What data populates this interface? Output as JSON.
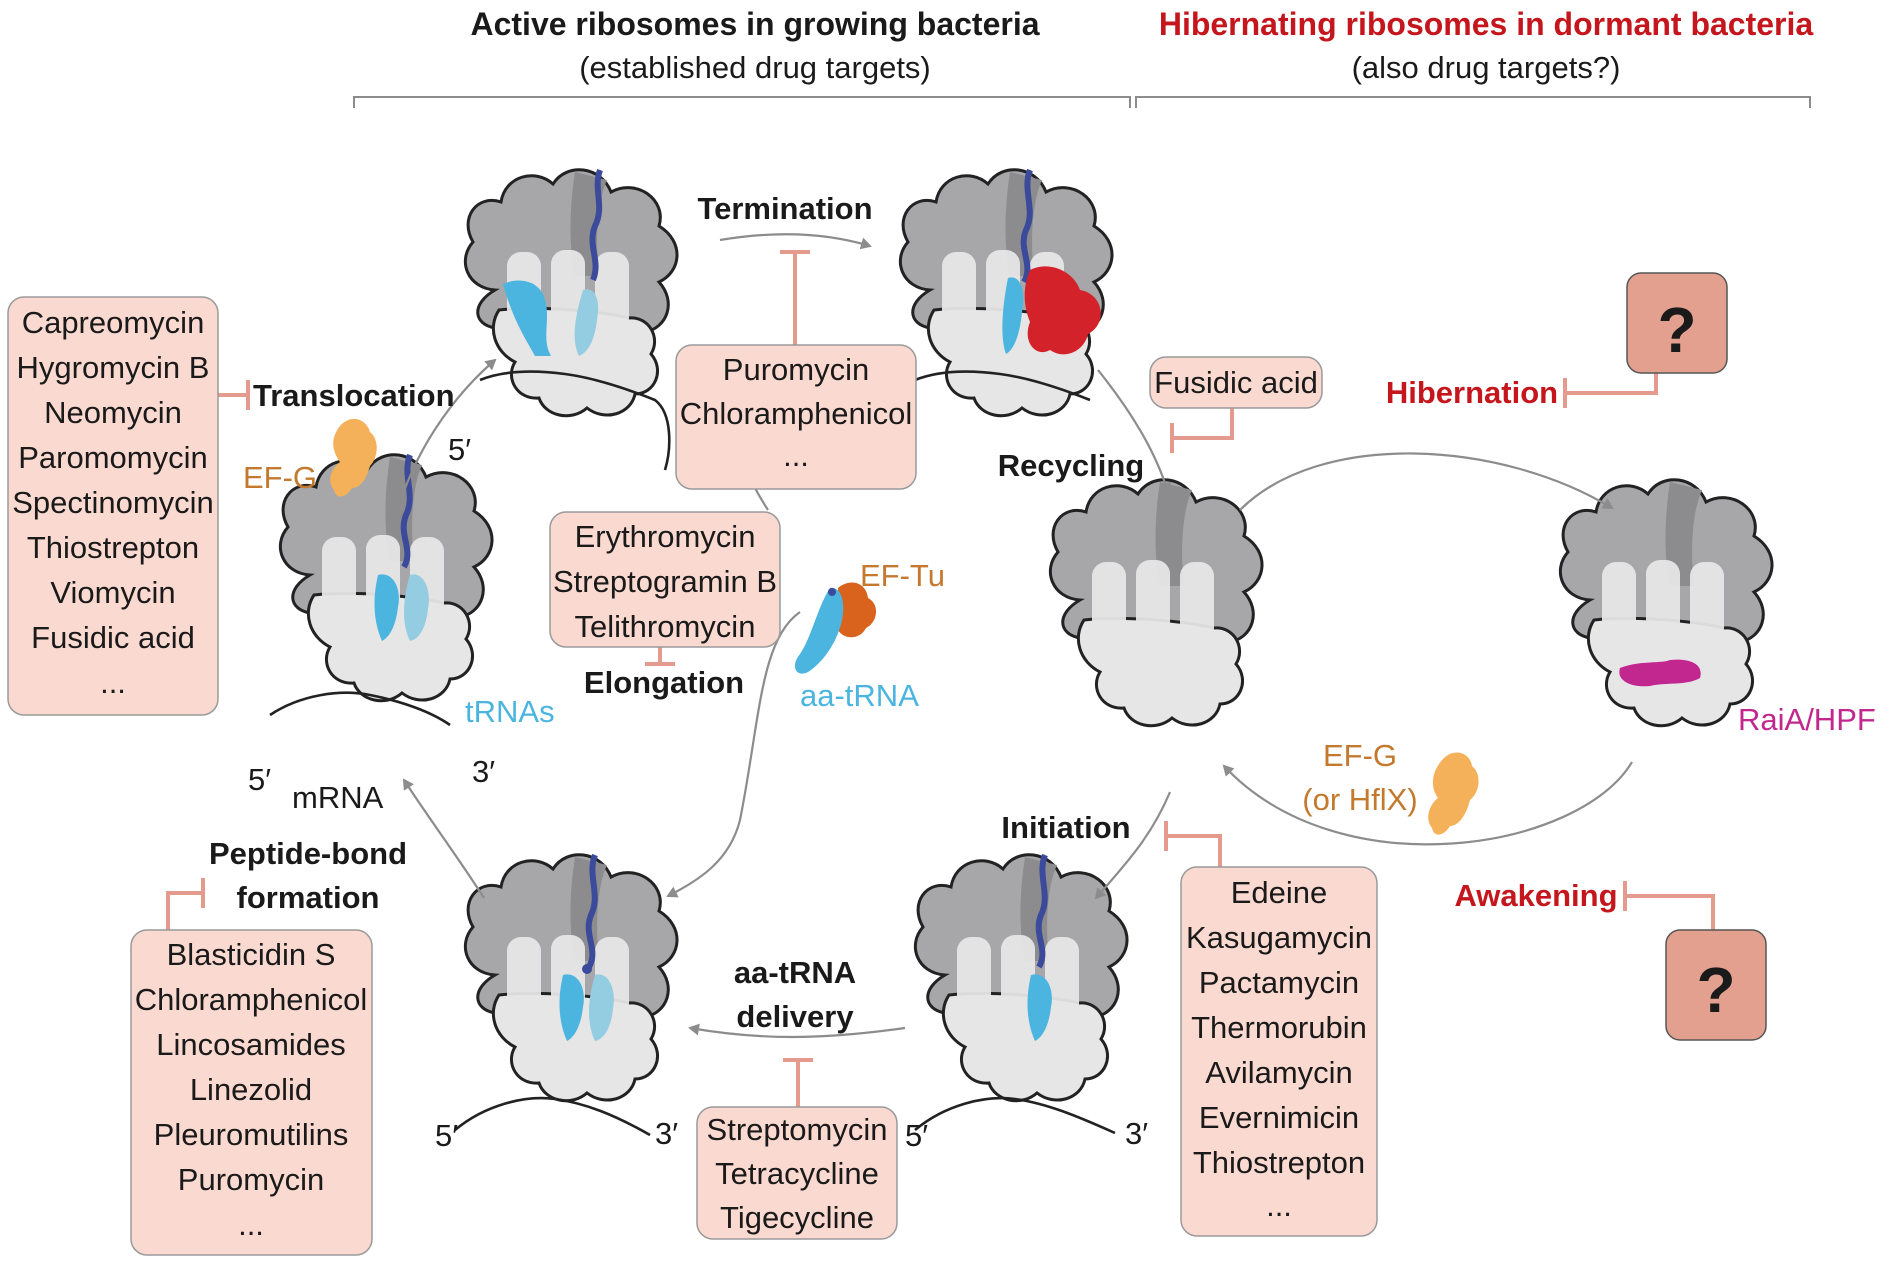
{
  "headers": {
    "active_title": "Active ribosomes in growing bacteria",
    "active_subtitle": "(established drug targets)",
    "hibernating_title": "Hibernating ribosomes in dormant bacteria",
    "hibernating_subtitle": "(also drug targets?)"
  },
  "stages": {
    "translocation": "Translocation",
    "termination": "Termination",
    "recycling": "Recycling",
    "elongation": "Elongation",
    "peptide_bond_line1": "Peptide-bond",
    "peptide_bond_line2": "formation",
    "aatrna_delivery_line1": "aa-tRNA",
    "aatrna_delivery_line2": "delivery",
    "initiation": "Initiation",
    "hibernation": "Hibernation",
    "awakening": "Awakening"
  },
  "drug_boxes": {
    "translocation": [
      "Capreomycin",
      "Hygromycin B",
      "Neomycin",
      "Paromomycin",
      "Spectinomycin",
      "Thiostrepton",
      "Viomycin",
      "Fusidic acid",
      "..."
    ],
    "termination": [
      "Puromycin",
      "Chloramphenicol",
      "..."
    ],
    "elongation": [
      "Erythromycin",
      "Streptogramin B",
      "Telithromycin"
    ],
    "recycling": [
      "Fusidic acid"
    ],
    "peptide_bond": [
      "Blasticidin S",
      "Chloramphenicol",
      "Lincosamides",
      "Linezolid",
      "Pleuromutilins",
      "Puromycin",
      "..."
    ],
    "delivery": [
      "Streptomycin",
      "Tetracycline",
      "Tigecycline"
    ],
    "initiation": [
      "Edeine",
      "Kasugamycin",
      "Pactamycin",
      "Thermorubin",
      "Avilamycin",
      "Evernimicin",
      "Thiostrepton",
      "..."
    ]
  },
  "unknown_marks": {
    "hibernation": "?",
    "awakening": "?"
  },
  "labels": {
    "ef_g": "EF-G",
    "ef_tu": "EF-Tu",
    "aa_trna": "aa-tRNA",
    "trnas": "tRNAs",
    "mrna": "mRNA",
    "raia_hpf": "RaiA/HPF",
    "efg_awaken_line1": "EF-G",
    "efg_awaken_line2": "(or HflX)",
    "five_prime": "5′",
    "three_prime": "3′"
  },
  "colors": {
    "title_red": "#c4161c",
    "drug_box_fill": "#fad9d0",
    "question_box_fill": "#e3a08e",
    "inhibitor": "#e49a8c",
    "ef_g": "#f5b15a",
    "ef_tu": "#d9621c",
    "trna": "#4bb5e0",
    "trna_light": "#94cde2",
    "mrna_peptide": "#3b4a9a",
    "release_factor": "#d4222a",
    "raia_hpf": "#c2268f",
    "ribosome_large": "#a7a7a9",
    "ribosome_small": "#e6e6e7"
  }
}
